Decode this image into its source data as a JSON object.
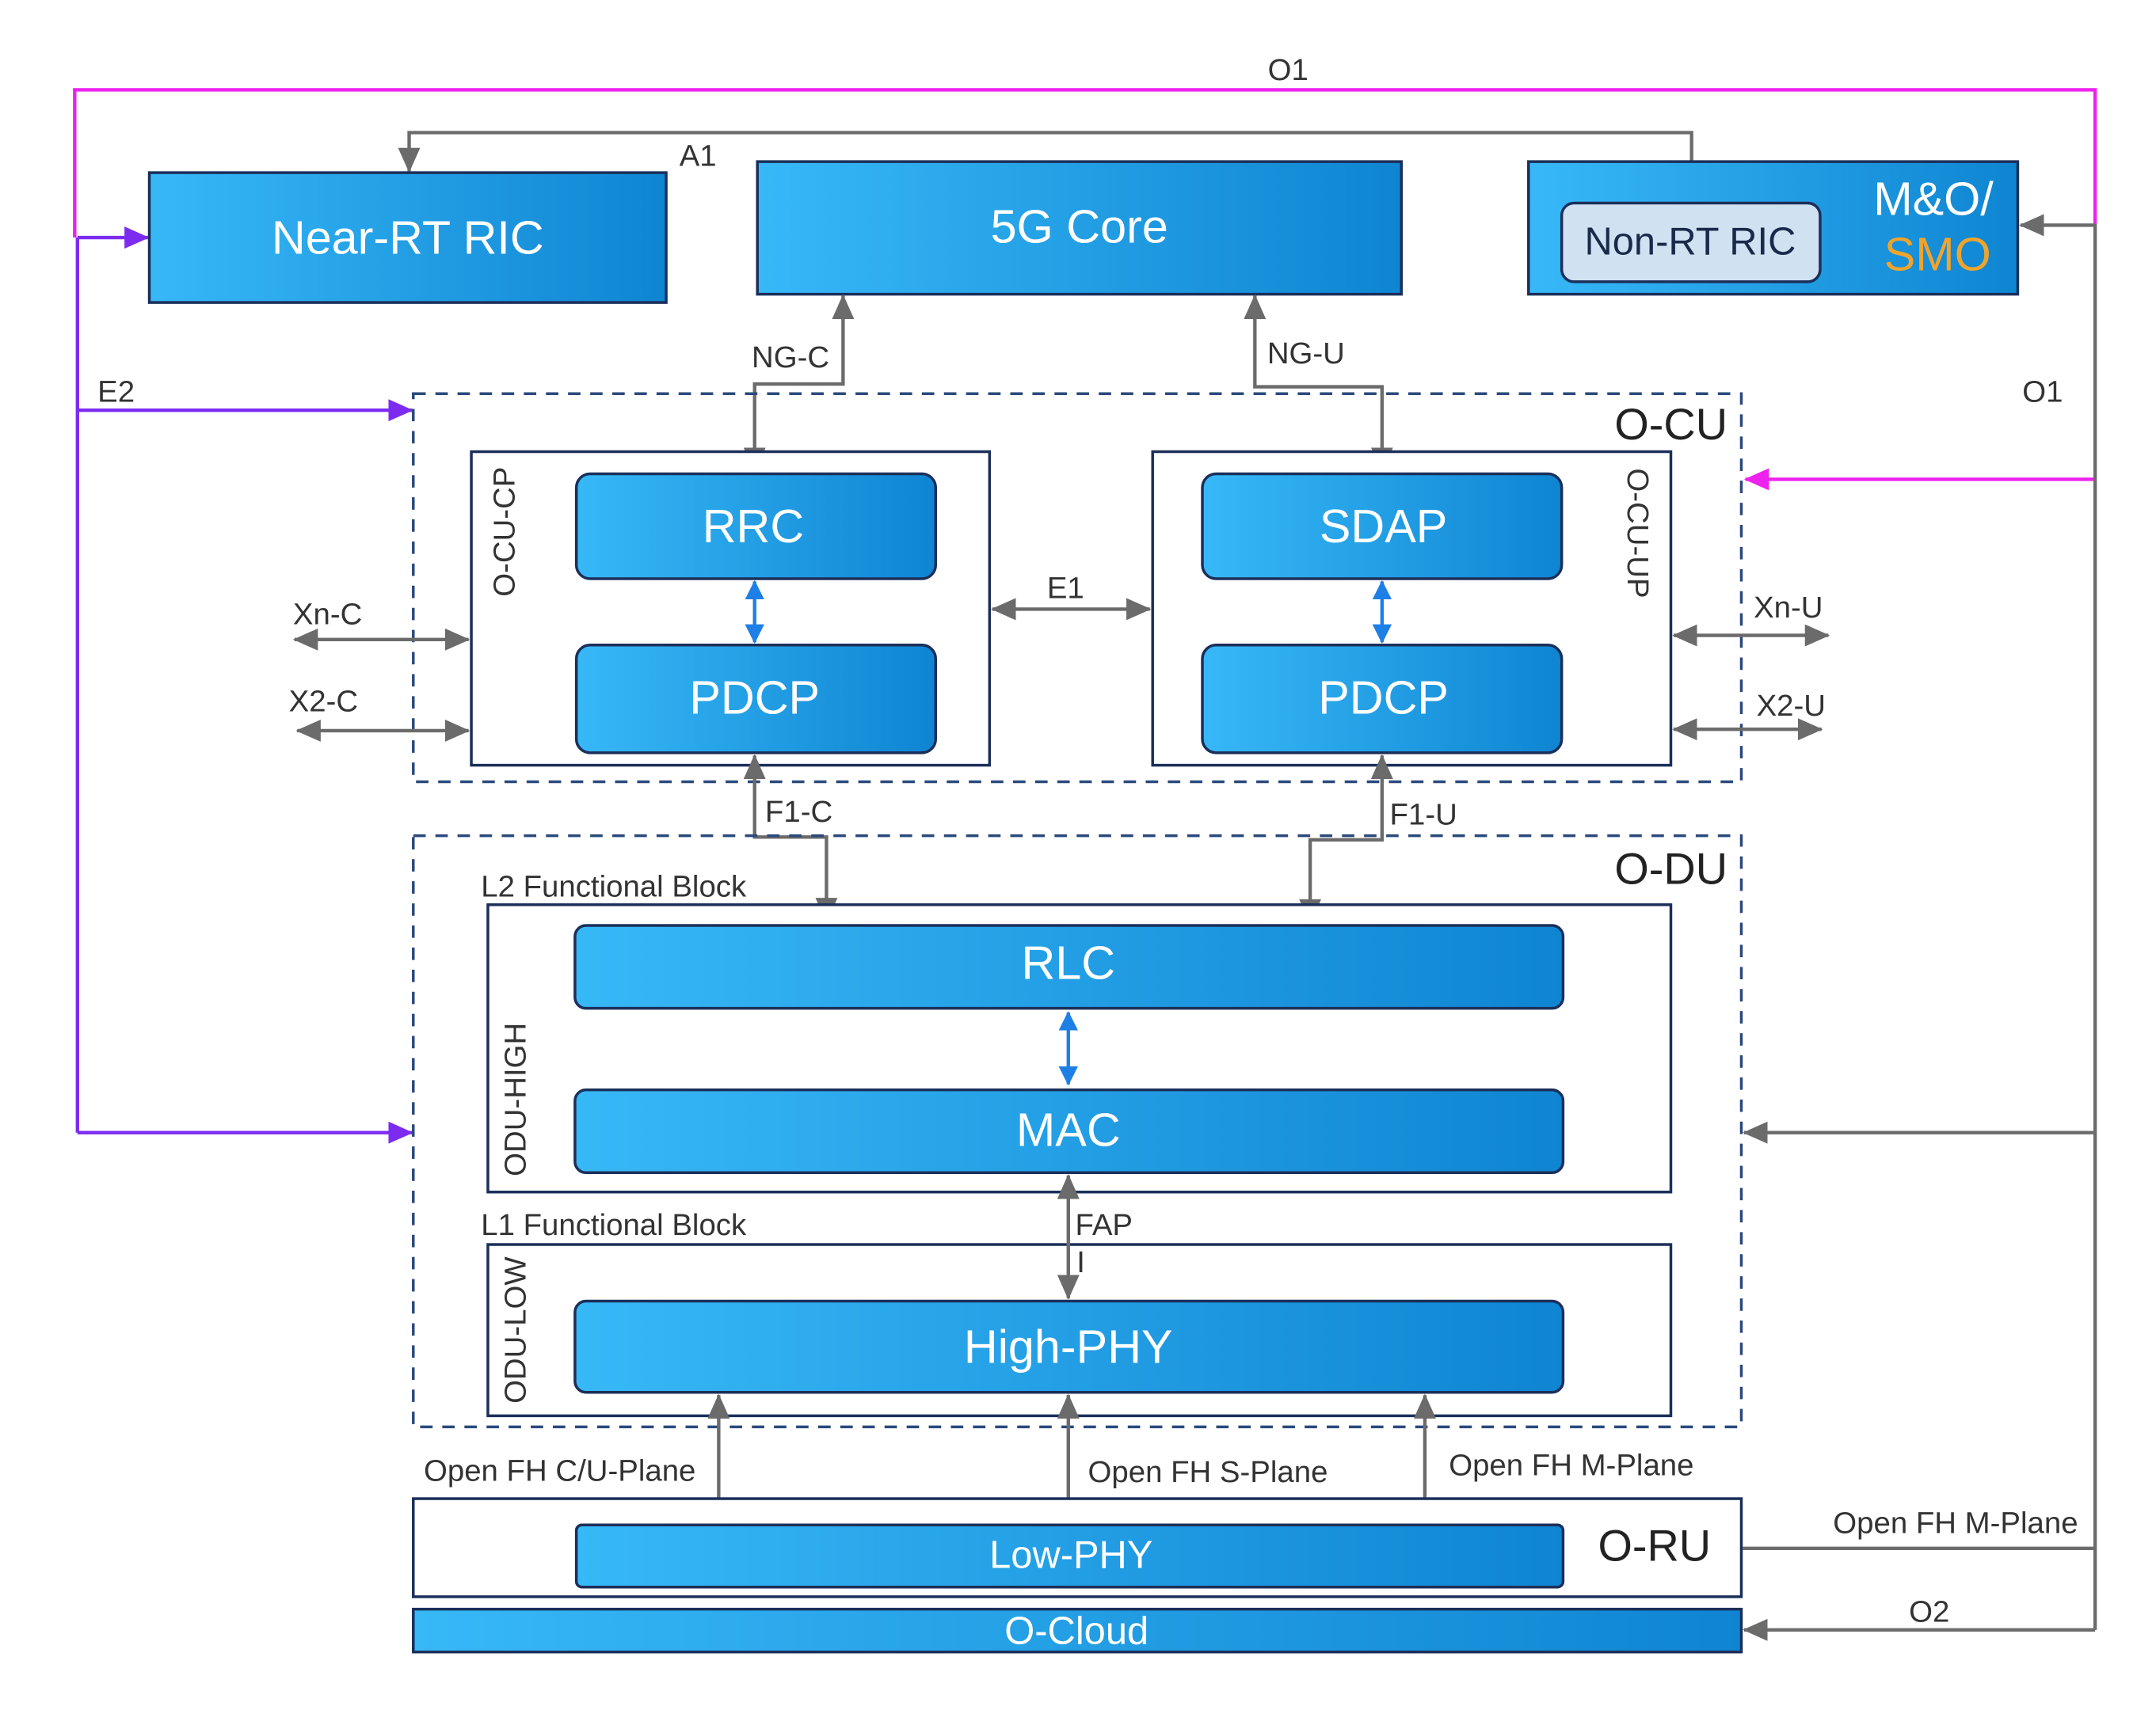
{
  "nodes": {
    "near_rt_ric": "Near-RT RIC",
    "core_5g": "5G Core",
    "mo_line": "M&O/",
    "smo": "SMO",
    "non_rt_ric": "Non-RT RIC",
    "o_cu": "O-CU",
    "o_cu_cp": "O-CU-CP",
    "o_cu_up": "O-CU-UP",
    "rrc": "RRC",
    "pdcp_cp": "PDCP",
    "sdap": "SDAP",
    "pdcp_up": "PDCP",
    "o_du": "O-DU",
    "l2_block": "L2 Functional Block",
    "odu_high": "ODU-HIGH",
    "rlc": "RLC",
    "mac": "MAC",
    "l1_block": "L1 Functional Block",
    "odu_low": "ODU-LOW",
    "high_phy": "High-PHY",
    "o_ru": "O-RU",
    "low_phy": "Low-PHY",
    "o_cloud": "O-Cloud"
  },
  "interfaces": {
    "o1_top": "O1",
    "a1": "A1",
    "e2": "E2",
    "o1_right": "O1",
    "ng_c": "NG-C",
    "ng_u": "NG-U",
    "e1": "E1",
    "xn_c": "Xn-C",
    "x2_c": "X2-C",
    "xn_u": "Xn-U",
    "x2_u": "X2-U",
    "f1_c": "F1-C",
    "f1_u": "F1-U",
    "fapi_line1": "FAP",
    "fapi_line2": "I",
    "open_fh_cu": "Open FH C/U-Plane",
    "open_fh_s": "Open FH S-Plane",
    "open_fh_m": "Open FH M-Plane",
    "open_fh_m_right": "Open FH M-Plane",
    "o2": "O2"
  },
  "colors": {
    "box_light": "#37b8f7",
    "box_dark": "#0f85d2",
    "box_border": "#1b2f5a",
    "connector_gray": "#6b6b6b",
    "o1_magenta": "#ee22ee",
    "e2_purple": "#7b2cf0",
    "internal_blue": "#1e7fe6",
    "smo_orange": "#f0a42c",
    "non_rt_ric_fill": "#d0e2f2"
  }
}
